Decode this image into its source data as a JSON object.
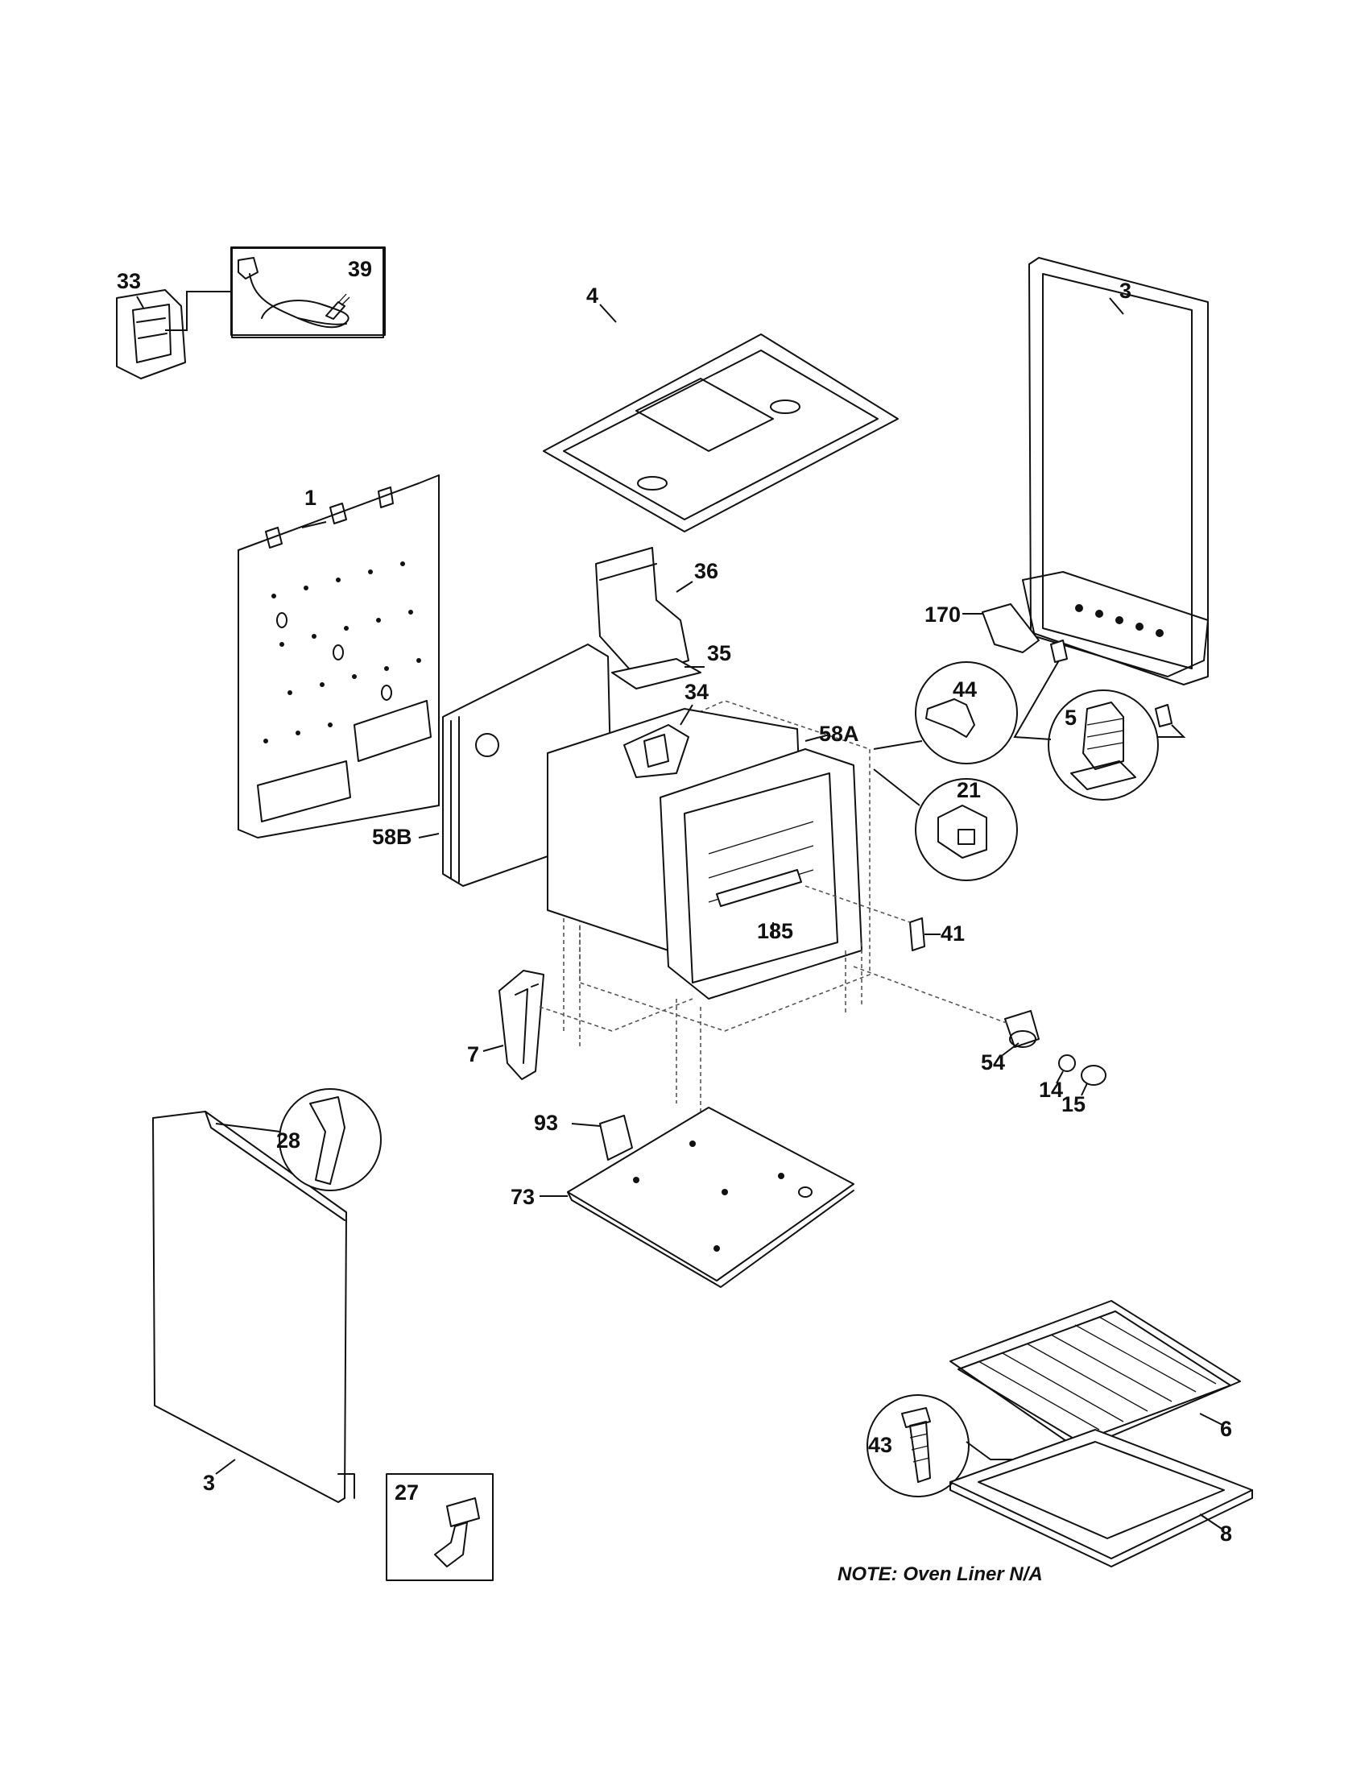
{
  "note": "NOTE: Oven Liner N/A",
  "labels": {
    "p39": "39",
    "p33": "33",
    "p1": "1",
    "p4": "4",
    "p3_side": "3",
    "p36": "36",
    "p35": "35",
    "p170": "170",
    "p44": "44",
    "p5": "5",
    "p34": "34",
    "p58a": "58A",
    "p21": "21",
    "p58b": "58B",
    "p185": "185",
    "p41": "41",
    "p7": "7",
    "p54": "54",
    "p14": "14",
    "p15": "15",
    "p28": "28",
    "p93": "93",
    "p73": "73",
    "p3_door": "3",
    "p43": "43",
    "p6": "6",
    "p8": "8",
    "p27": "27"
  }
}
